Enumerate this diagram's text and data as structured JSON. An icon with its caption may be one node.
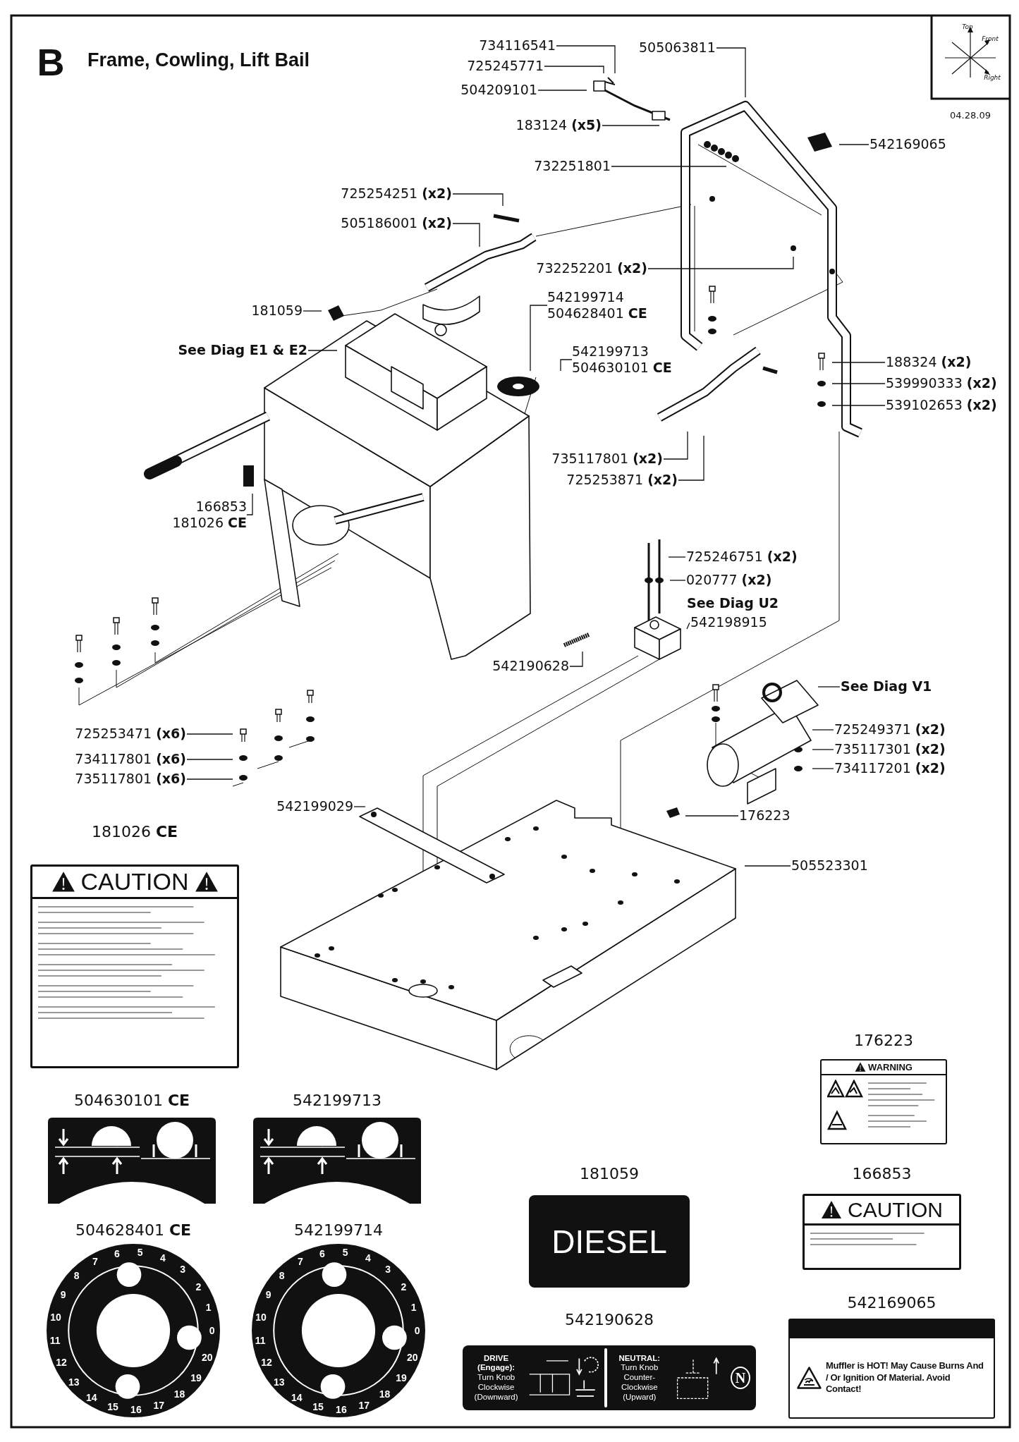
{
  "diagram": {
    "title": "Frame, Cowling, Lift Bail",
    "nodes": [
      {
        "text": [
          "734116541"
        ]
      },
      {
        "text": [
          "725245771"
        ]
      },
      {
        "text": [
          "504209101"
        ]
      },
      {
        "text": [
          "505063811"
        ]
      },
      {
        "text": [
          "183124 **(x5)**"
        ]
      },
      {
        "text": [
          "732251801"
        ]
      },
      {
        "text": [
          "542169065"
        ]
      },
      {
        "text": [
          "725254251 **(x2)**"
        ]
      },
      {
        "text": [
          "505186001 **(x2)**"
        ]
      },
      {
        "text": [
          "732252201 **(x2)**"
        ]
      },
      {
        "text": [
          "181059"
        ]
      },
      {
        "text": [
          "See Diag E1 & E2"
        ]
      },
      {
        "text": [
          "542199714",
          "504628401 **CE**"
        ]
      },
      {
        "text": [
          "542199713",
          "504630101 **CE**"
        ]
      },
      {
        "text": [
          "188324 **(x2)**"
        ]
      },
      {
        "text": [
          "539990333 **(x2)**"
        ]
      },
      {
        "text": [
          "539102653 **(x2)**"
        ]
      },
      {
        "text": [
          "735117801 **(x2)**"
        ]
      },
      {
        "text": [
          "725253871 **(x2)**"
        ]
      },
      {
        "text": [
          "166853",
          "181026 **CE**"
        ]
      },
      {
        "text": [
          "725246751 **(x2)**"
        ]
      },
      {
        "text": [
          "020777 **(x2)**"
        ]
      },
      {
        "text": [
          "542198915"
        ]
      },
      {
        "text": [
          "542190628"
        ]
      },
      {
        "text": [
          "See Diag V1"
        ]
      },
      {
        "text": [
          "725249371 **(x2)**"
        ]
      },
      {
        "text": [
          "735117301 **(x2)**"
        ]
      },
      {
        "text": [
          "734117201 **(x2)**"
        ]
      },
      {
        "text": [
          "725253471 **(x6)**"
        ]
      },
      {
        "text": [
          "734117801 **(x6)**"
        ]
      },
      {
        "text": [
          "735117801 **(x6)**"
        ]
      },
      {
        "text": [
          "542199029"
        ]
      },
      {
        "text": [
          "176223"
        ]
      },
      {
        "text": [
          "505523301"
        ]
      },
      {
        "text": [
          "181026 **CE**",
          "CAUTION"
        ]
      },
      {
        "text": [
          "504630101 **CE**"
        ]
      },
      {
        "text": [
          "542199713"
        ]
      },
      {
        "text": [
          "504628401 **CE**",
          "0",
          "1",
          "2",
          "3",
          "4",
          "5",
          "6",
          "7",
          "8",
          "9",
          "10",
          "11",
          "12",
          "13",
          "14",
          "15",
          "16",
          "17",
          "18",
          "19",
          "20"
        ]
      },
      {
        "text": [
          "542199714",
          "0",
          "1",
          "2",
          "3",
          "4",
          "5",
          "6",
          "7",
          "8",
          "9",
          "10",
          "11",
          "12",
          "13",
          "14",
          "15",
          "16",
          "17",
          "18",
          "19",
          "20"
        ]
      },
      {
        "text": [
          "181059",
          "DIESEL"
        ]
      },
      {
        "text": [
          "542190628",
          "DRIVE (Engage):",
          "Turn Knob Clockwise (Downward)",
          "NEUTRAL:",
          "Turn Knob Counter-Clockwise (Upward)",
          "N"
        ]
      },
      {
        "text": [
          "176223",
          "WARNING"
        ]
      },
      {
        "text": [
          "166853",
          "CAUTION"
        ]
      },
      {
        "text": [
          "542169065",
          "Muffler is HOT! May Cause Burns And / Or Ignition Of Material. Avoid Contact!"
        ]
      }
    ],
    "edges": [
      {
        "from": 0,
        "to": null,
        "arrow": "none"
      },
      {
        "from": 1,
        "to": null,
        "arrow": "none"
      },
      {
        "from": 2,
        "to": null,
        "arrow": "none"
      },
      {
        "from": 3,
        "to": null,
        "arrow": "none"
      },
      {
        "from": 4,
        "to": null,
        "arrow": "none"
      },
      {
        "from": 5,
        "to": null,
        "arrow": "none"
      },
      {
        "from": 6,
        "to": null,
        "arrow": "none"
      },
      {
        "from": 7,
        "to": null,
        "arrow": "none"
      },
      {
        "from": 8,
        "to": null,
        "arrow": "none"
      },
      {
        "from": 9,
        "to": null,
        "arrow": "none"
      },
      {
        "from": 10,
        "to": null,
        "arrow": "none"
      },
      {
        "from": 11,
        "to": null,
        "arrow": "none"
      },
      {
        "from": 12,
        "to": null,
        "arrow": "none"
      },
      {
        "from": 13,
        "to": null,
        "arrow": "none"
      },
      {
        "from": 14,
        "to": null,
        "arrow": "none"
      },
      {
        "from": 15,
        "to": null,
        "arrow": "none"
      },
      {
        "from": 16,
        "to": null,
        "arrow": "none"
      },
      {
        "from": 17,
        "to": null,
        "arrow": "none"
      },
      {
        "from": 18,
        "to": null,
        "arrow": "none"
      },
      {
        "from": 19,
        "to": null,
        "arrow": "none"
      },
      {
        "from": 20,
        "to": null,
        "arrow": "none"
      },
      {
        "from": 21,
        "to": null,
        "arrow": "none"
      },
      {
        "from": 22,
        "to": null,
        "arrow": "none"
      },
      {
        "from": 23,
        "to": null,
        "arrow": "none"
      },
      {
        "from": 24,
        "to": null,
        "arrow": "none"
      },
      {
        "from": 25,
        "to": null,
        "arrow": "none"
      },
      {
        "from": 26,
        "to": null,
        "arrow": "none"
      },
      {
        "from": 27,
        "to": null,
        "arrow": "none"
      },
      {
        "from": 28,
        "to": null,
        "arrow": "none"
      },
      {
        "from": 29,
        "to": null,
        "arrow": "none"
      },
      {
        "from": 30,
        "to": null,
        "arrow": "none"
      },
      {
        "from": 31,
        "to": null,
        "arrow": "none"
      },
      {
        "from": 32,
        "to": null,
        "arrow": "none"
      },
      {
        "from": 33,
        "to": null,
        "arrow": "none"
      }
    ],
    "labels": [
      "B",
      "04.28.09",
      "Top",
      "Front",
      "Right",
      "See Diag U2"
    ]
  }
}
